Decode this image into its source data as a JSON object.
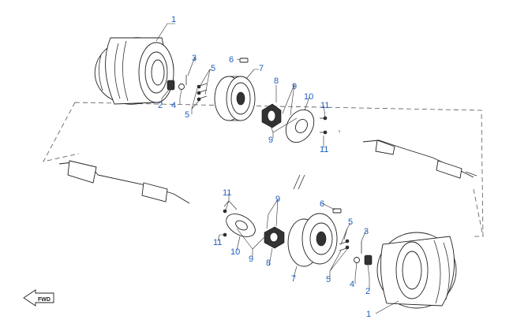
{
  "callouts": {
    "top": {
      "c1": "1",
      "c2": "2",
      "c3": "3",
      "c4": "4",
      "c5a": "5",
      "c5b": "5",
      "c6": "6",
      "c7": "7",
      "c8": "8",
      "c9a": "9",
      "c9b": "9",
      "c10": "10",
      "c11a": "11",
      "c11b": "11"
    },
    "bottom": {
      "c1": "1",
      "c2": "2",
      "c3": "3",
      "c4": "4",
      "c5a": "5",
      "c5b": "5",
      "c6": "6",
      "c7": "7",
      "c8": "8",
      "c9a": "9",
      "c9b": "9",
      "c10": "10",
      "c11a": "11",
      "c11b": "11"
    }
  },
  "fwd_label": "FWD",
  "colors": {
    "callout": "#1f5fbf",
    "line": "#222222"
  }
}
